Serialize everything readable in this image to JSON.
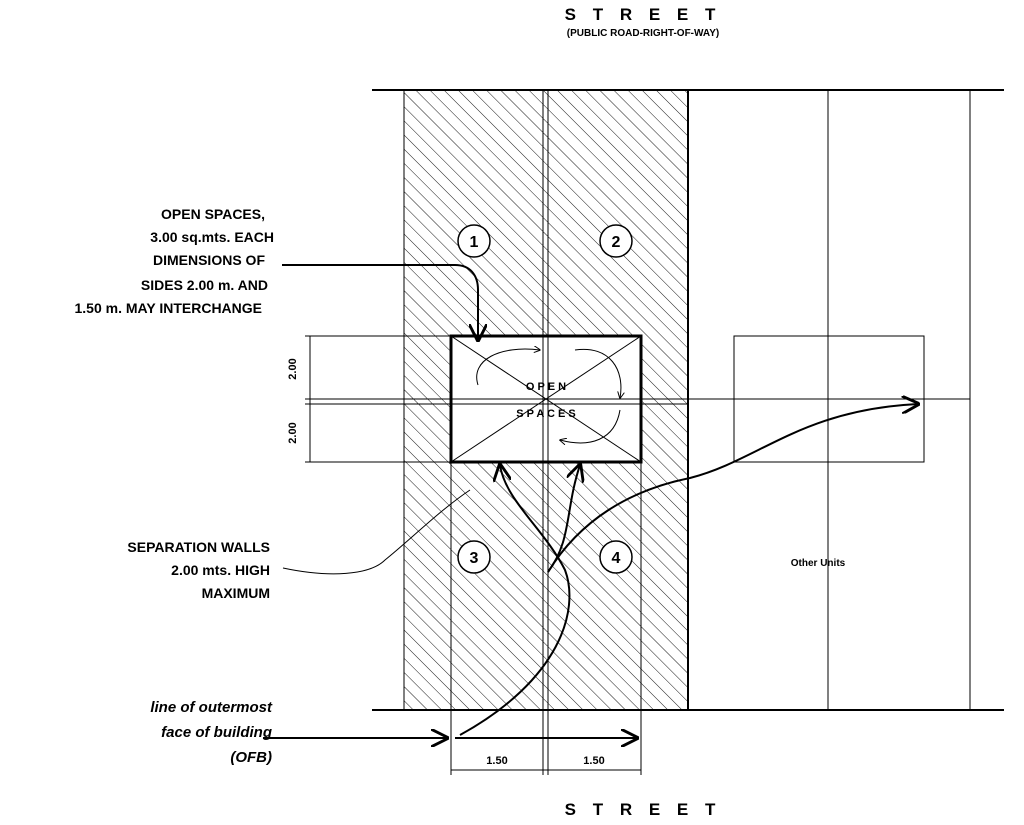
{
  "street_top": {
    "title": "S T R E E T",
    "subtitle": "(PUBLIC ROAD-RIGHT-OF-WAY)"
  },
  "street_bottom": {
    "title": "S T R E E T"
  },
  "labels": {
    "open_spaces_note": [
      "OPEN SPACES,",
      "3.00 sq.mts. EACH",
      "DIMENSIONS OF",
      "SIDES 2.00 m. AND",
      "1.50 m. MAY INTERCHANGE"
    ],
    "separation_walls_note": [
      "SEPARATION WALLS",
      "2.00 mts. HIGH",
      "MAXIMUM"
    ],
    "ofb_note": [
      "line of outermost",
      "face of building",
      "(OFB)"
    ],
    "open_word": "O P E N",
    "spaces_word": "S P A C E S",
    "other_units": "Other Units"
  },
  "units": [
    "1",
    "2",
    "3",
    "4"
  ],
  "dimensions": {
    "vertical_top": "2.00",
    "vertical_bottom": "2.00",
    "horizontal_left": "1.50",
    "horizontal_right": "1.50"
  }
}
